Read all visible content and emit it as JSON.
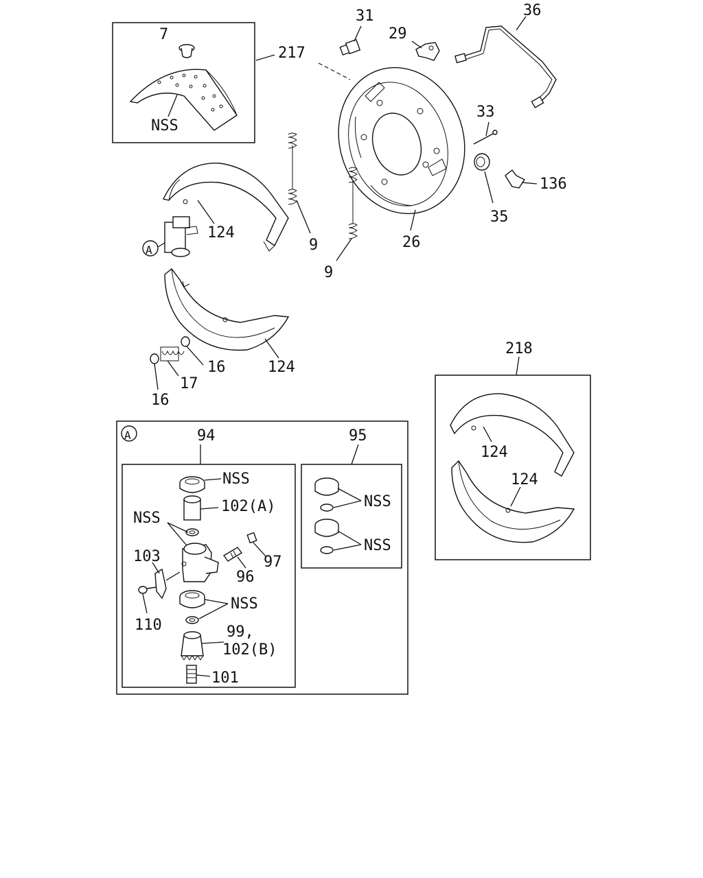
{
  "diagram": {
    "labels": {
      "p7": "7",
      "p217": "217",
      "nss_lining": "NSS",
      "p31": "31",
      "p29": "29",
      "p36": "36",
      "p33": "33",
      "p136": "136",
      "p35": "35",
      "p26": "26",
      "p9_right": "9",
      "p9_left": "9",
      "p124_upper": "124",
      "p124_lower": "124",
      "callout_a": "A",
      "p16_right": "16",
      "p17": "17",
      "p16_left": "16",
      "p218": "218",
      "p124_kit_upper": "124",
      "p124_kit_lower": "124",
      "detail_a": "A",
      "p94": "94",
      "p95": "95",
      "nss_94_cup": "NSS",
      "p102a": "102(A)",
      "nss_94_seal": "NSS",
      "p103": "103",
      "p97": "97",
      "p96": "96",
      "nss_94_lower": "NSS",
      "p110": "110",
      "p99": "99,",
      "p102b": "102(B)",
      "p101": "101",
      "nss_95_upper": "NSS",
      "nss_95_lower": "NSS"
    }
  }
}
